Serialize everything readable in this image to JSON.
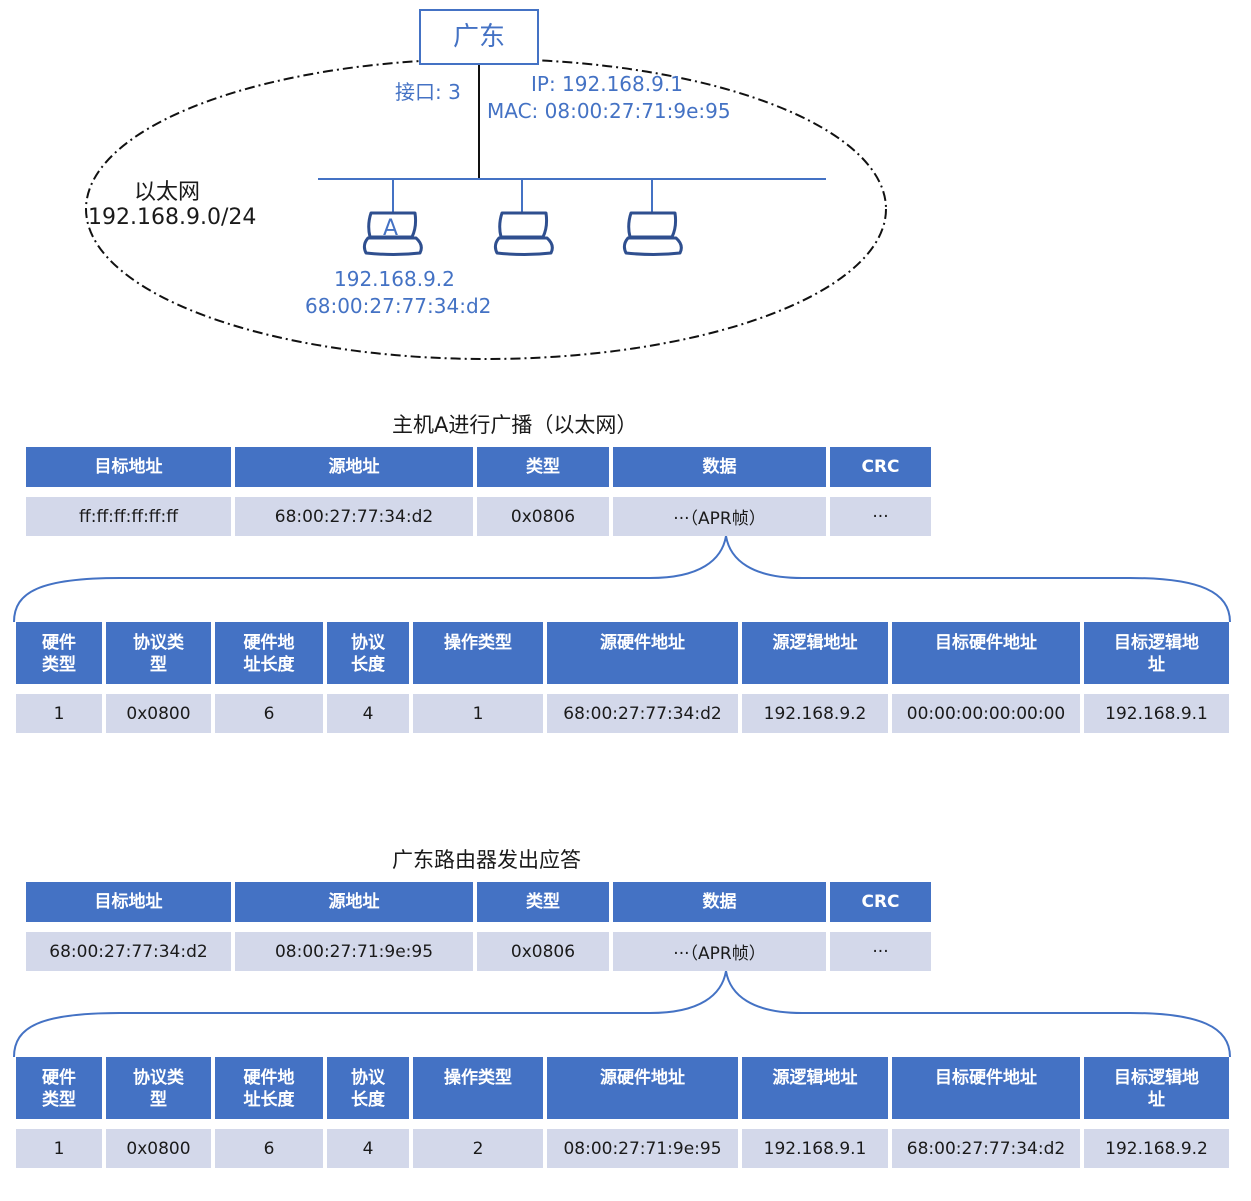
{
  "network": {
    "router_name": "广东",
    "interface_label": "接口: 3",
    "router_ip": "IP: 192.168.9.1",
    "router_mac": "MAC: 08:00:27:71:9e:95",
    "lan_name": "以太网",
    "lan_subnet": "192.168.9.0/24",
    "host_label": "A",
    "host_ip": "192.168.9.2",
    "host_mac": "68:00:27:77:34:d2"
  },
  "broadcast": {
    "title": "主机A进行广播（以太网）",
    "frame_headers": [
      "目标地址",
      "源地址",
      "类型",
      "数据",
      "CRC"
    ],
    "frame_values": [
      "ff:ff:ff:ff:ff:ff",
      "68:00:27:77:34:d2",
      "0x0806",
      "···（APR帧）",
      "···"
    ],
    "arp_headers": [
      "硬件类型",
      "协议类型",
      "硬件地址长度",
      "协议长度",
      "操作类型",
      "源硬件地址",
      "源逻辑地址",
      "目标硬件地址",
      "目标逻辑地址"
    ],
    "arp_values": [
      "1",
      "0x0800",
      "6",
      "4",
      "1",
      "68:00:27:77:34:d2",
      "192.168.9.2",
      "00:00:00:00:00:00",
      "192.168.9.1"
    ]
  },
  "reply": {
    "title": "广东路由器发出应答",
    "frame_headers": [
      "目标地址",
      "源地址",
      "类型",
      "数据",
      "CRC"
    ],
    "frame_values": [
      "68:00:27:77:34:d2",
      "08:00:27:71:9e:95",
      "0x0806",
      "···（APR帧）",
      "···"
    ],
    "arp_headers": [
      "硬件类型",
      "协议类型",
      "硬件地址长度",
      "协议长度",
      "操作类型",
      "源硬件地址",
      "源逻辑地址",
      "目标硬件地址",
      "目标逻辑地址"
    ],
    "arp_values": [
      "1",
      "0x0800",
      "6",
      "4",
      "2",
      "08:00:27:71:9e:95",
      "192.168.9.1",
      "68:00:27:77:34:d2",
      "192.168.9.2"
    ]
  },
  "colors": {
    "header_bg": "#4472c4",
    "value_bg": "#d3d8ea",
    "accent": "#4472c4"
  }
}
